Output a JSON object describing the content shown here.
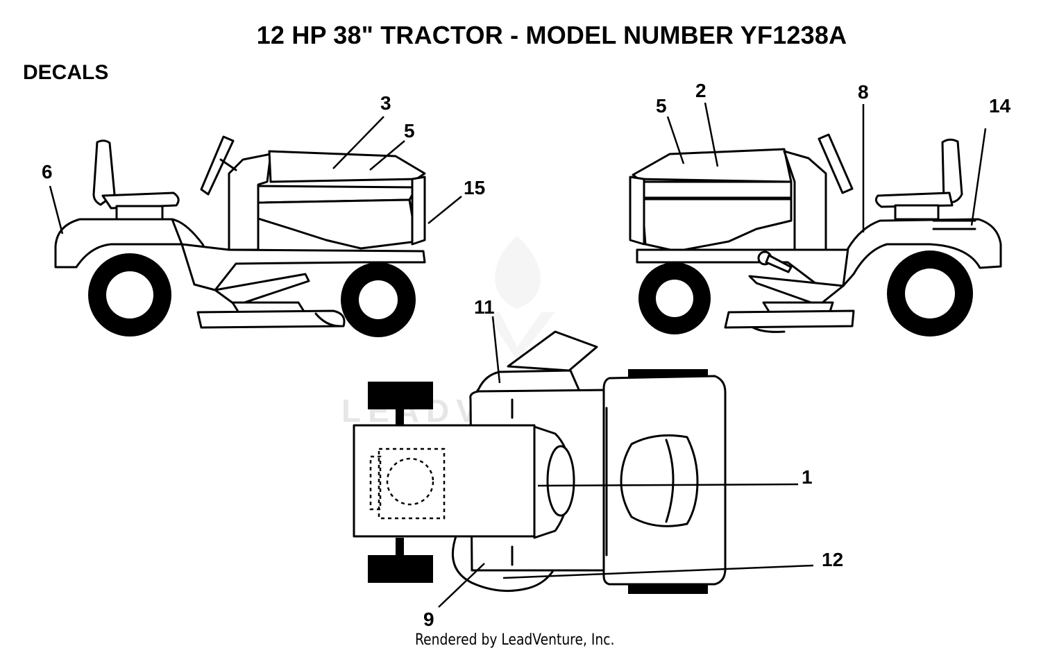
{
  "title": "12 HP 38\" TRACTOR - MODEL NUMBER YF1238A",
  "section_label": "DECALS",
  "watermark": "LEADVENTURE",
  "footer": "Rendered by LeadVenture, Inc.",
  "callouts": {
    "left_view": [
      "3",
      "5",
      "6",
      "15"
    ],
    "right_view": [
      "5",
      "2",
      "8",
      "14"
    ],
    "top_view": [
      "11",
      "1",
      "12",
      "9"
    ]
  }
}
